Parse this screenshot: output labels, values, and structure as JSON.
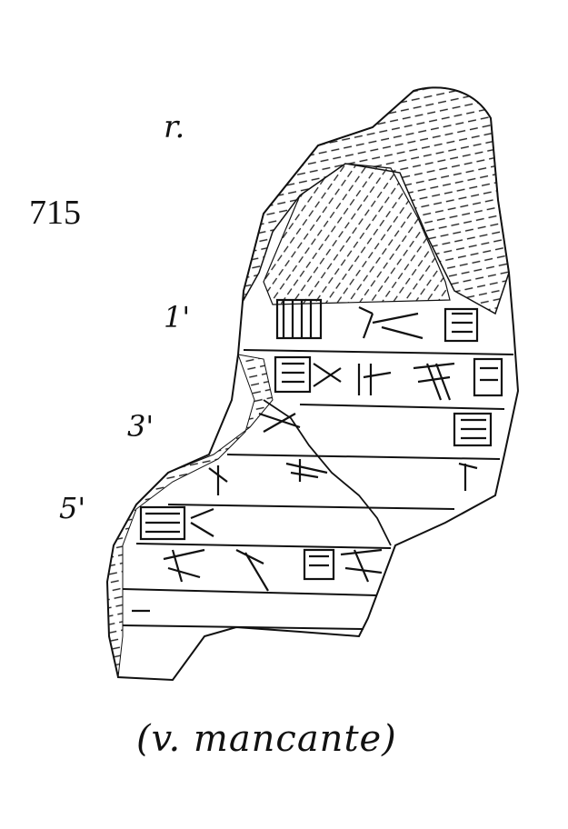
{
  "catalogue_number": "715",
  "side": "r.",
  "line_numbers": [
    "1'",
    "3'",
    "5'"
  ],
  "caption": "(v. mancante)"
}
